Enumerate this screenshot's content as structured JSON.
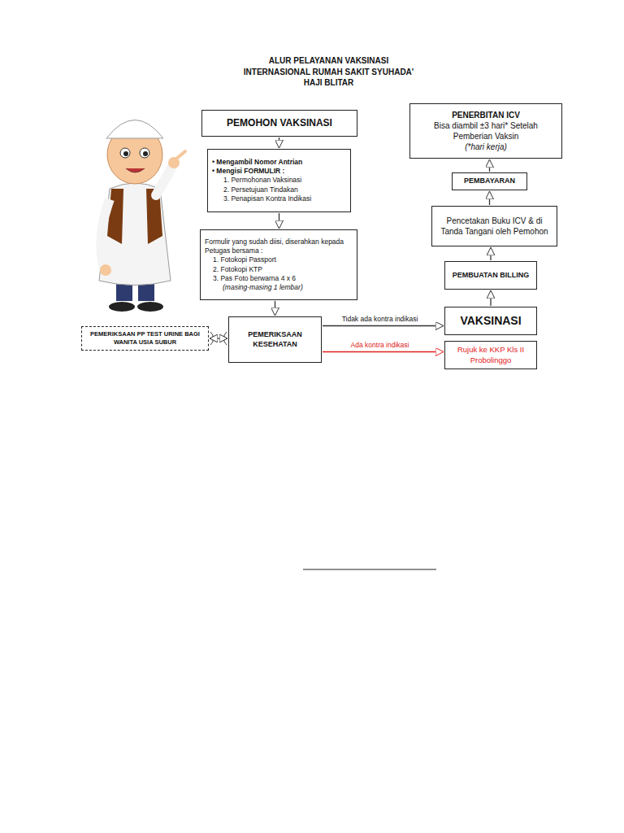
{
  "diagram": {
    "title": "ALUR PELAYANAN VAKSINASI INTERNASIONAL RUMAH SAKIT SYUHADA' HAJI BLITAR",
    "nodes": [
      {
        "text": [
          "PEMOHON VAKSINASI"
        ]
      },
      {
        "text": [
          "• Mengambil Nomor Antrian",
          "• Mengisi FORMULIR :",
          "1. Permohonan Vaksinasi",
          "2. Persetujuan Tindakan",
          "3. Penapisan Kontra Indikasi"
        ]
      },
      {
        "text": [
          "Formulir yang sudah diisi, diserahkan kepada Petugas bersama :",
          "1. Fotokopi Passport",
          "2. Fotokopi KTP",
          "3. Pas Foto berwarna 4 x 6",
          "(masing-masing 1 lembar)"
        ]
      },
      {
        "text": [
          "PEMERIKSAAN PP TEST URINE BAGI WANITA USIA SUBUR"
        ]
      },
      {
        "text": [
          "PEMERIKSAAN KESEHATAN"
        ]
      },
      {
        "text": [
          "VAKSINASI"
        ]
      },
      {
        "text": [
          "Rujuk ke KKP Kls II Probolinggo"
        ]
      },
      {
        "text": [
          "PEMBUATAN BILLING"
        ]
      },
      {
        "text": [
          "Pencetakan Buku ICV & di Tanda Tangani oleh Pemohon"
        ]
      },
      {
        "text": [
          "PEMBAYARAN"
        ]
      },
      {
        "text": [
          "PENERBITAN ICV",
          "Bisa diambil ±3 hari* Setelah Pemberian Vaksin",
          "(*hari kerja)"
        ]
      }
    ],
    "edges": [
      {
        "from": 0,
        "to": 1,
        "arrow": "to"
      },
      {
        "from": 1,
        "to": 2,
        "arrow": "to"
      },
      {
        "from": 2,
        "to": 4,
        "arrow": "to"
      },
      {
        "from": 3,
        "to": 4,
        "arrow": "both"
      },
      {
        "from": 4,
        "to": 5,
        "label": "Tidak ada kontra indikasi",
        "arrow": "to"
      },
      {
        "from": 4,
        "to": 6,
        "label": "Ada kontra indikasi",
        "arrow": "to"
      },
      {
        "from": 5,
        "to": 7,
        "arrow": "to"
      },
      {
        "from": 7,
        "to": 8,
        "arrow": "to"
      },
      {
        "from": 8,
        "to": 9,
        "arrow": "to"
      },
      {
        "from": 9,
        "to": 10,
        "arrow": "to"
      }
    ]
  }
}
